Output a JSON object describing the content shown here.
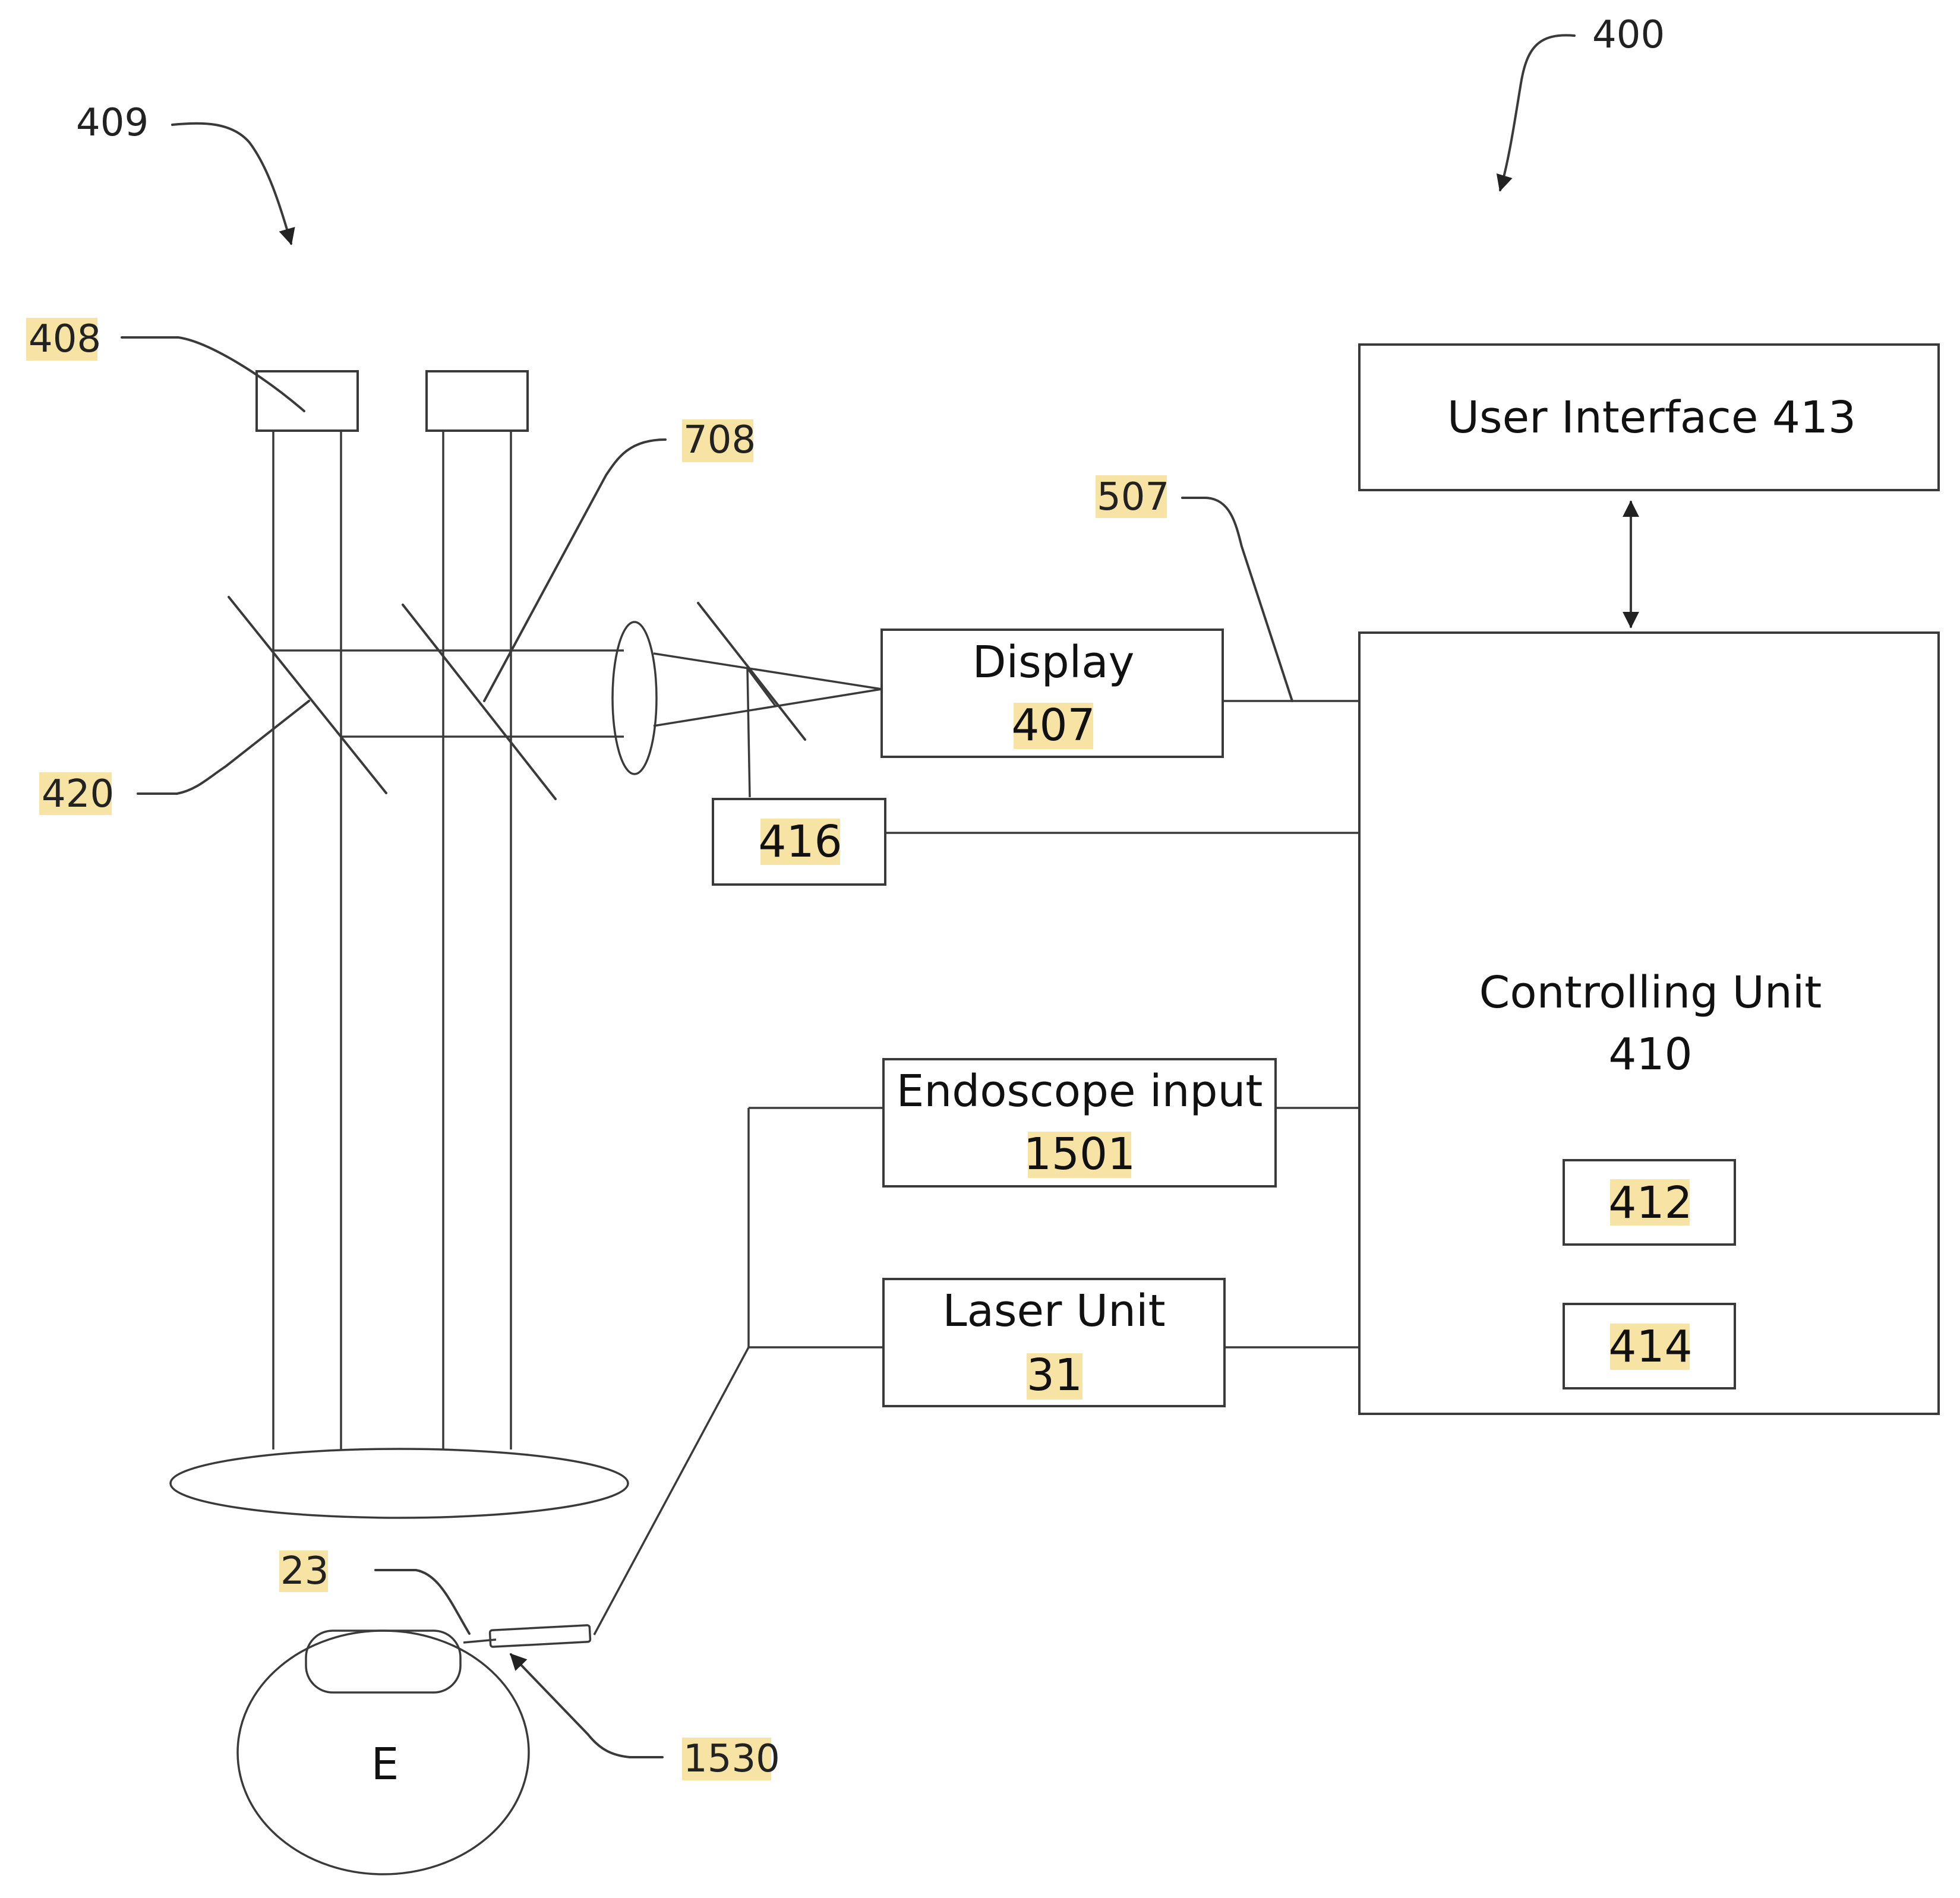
{
  "colors": {
    "line": "#3a3a3a",
    "text": "#111111",
    "highlight": "#f7e3a3",
    "background": "#ffffff"
  },
  "labels": {
    "ref_400": "400",
    "ref_409": "409",
    "ref_408": "408",
    "ref_708": "708",
    "ref_507": "507",
    "ref_420": "420",
    "ref_23": "23",
    "ref_1530": "1530",
    "eye": "E"
  },
  "blocks": {
    "user_interface": "User Interface 413",
    "display_name": "Display",
    "display_num": "407",
    "unit_416": "416",
    "controlling_name": "Controlling Unit",
    "controlling_num": "410",
    "unit_412": "412",
    "unit_414": "414",
    "endoscope_name": "Endoscope input",
    "endoscope_num": "1501",
    "laser_name": "Laser Unit",
    "laser_num": "31"
  }
}
